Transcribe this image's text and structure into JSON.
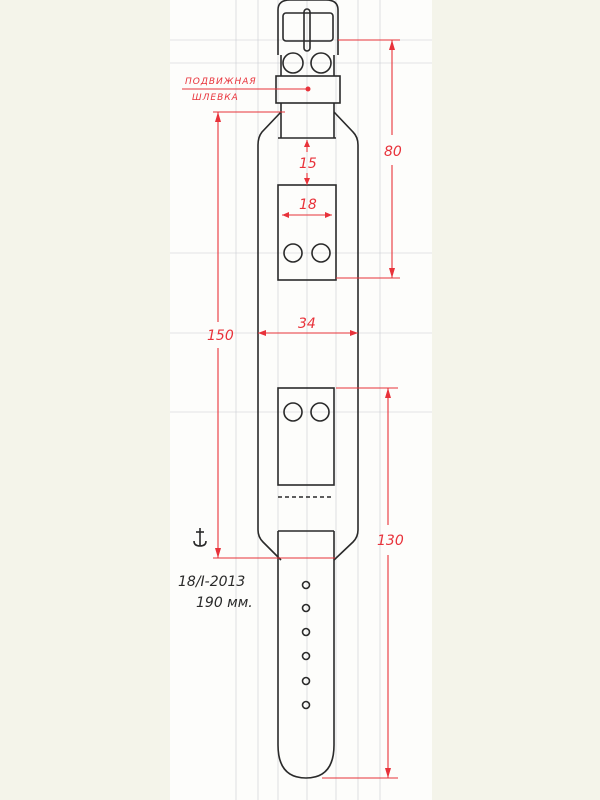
{
  "drawing": {
    "label_line1": "ПОДВИЖНАЯ",
    "label_line2": "ШЛЕВКА",
    "dimensions": {
      "total_top": "80",
      "gap": "15",
      "window_width": "18",
      "cuff_width": "34",
      "cuff_length": "150",
      "tail_length": "130"
    },
    "date": "18/I-2013",
    "length_note": "190 мм.",
    "colors": {
      "ink": "#2a2a2a",
      "dimension": "#e8323a"
    }
  }
}
